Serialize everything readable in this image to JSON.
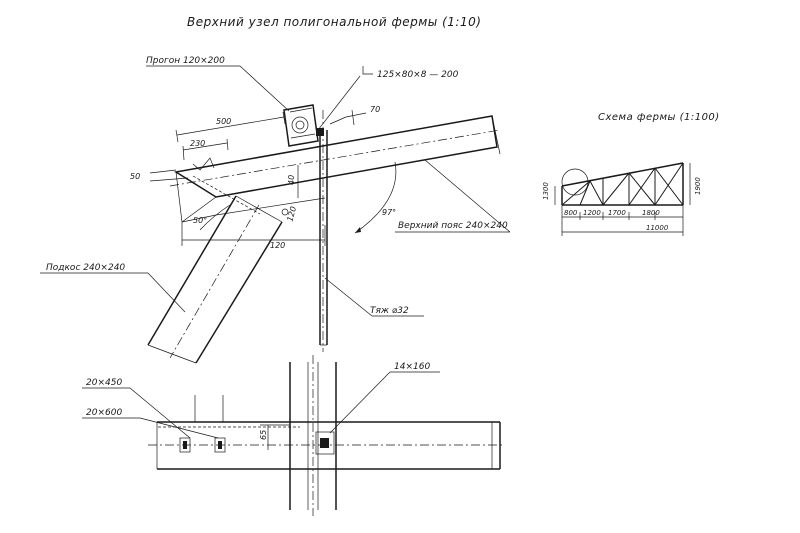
{
  "drawing": {
    "title": "Верхний узел полигональной фермы (1:10)",
    "labels": {
      "purlin": "Прогон 120×200",
      "angle": "125×80×8 — 200",
      "top_chord": "Верхний пояс 240×240",
      "strut": "Подкос 240×240",
      "tie": "Тяж ⌀32",
      "plate_14": "14×160",
      "plate_20_450": "20×450",
      "plate_20_600": "20×600"
    },
    "dims": {
      "d500": "500",
      "d230": "230",
      "d70": "70",
      "d50": "50",
      "d40": "40",
      "d120a": "120",
      "d120b": "120",
      "ang50": "50°",
      "ang97": "97°",
      "d65": "65"
    }
  },
  "scheme": {
    "title": "Схема фермы (1:100)",
    "dims": {
      "h1300": "1300",
      "h1900": "1900",
      "s800": "800",
      "s1200": "1200",
      "s1700": "1700",
      "s1800": "1800",
      "total": "11000"
    }
  }
}
